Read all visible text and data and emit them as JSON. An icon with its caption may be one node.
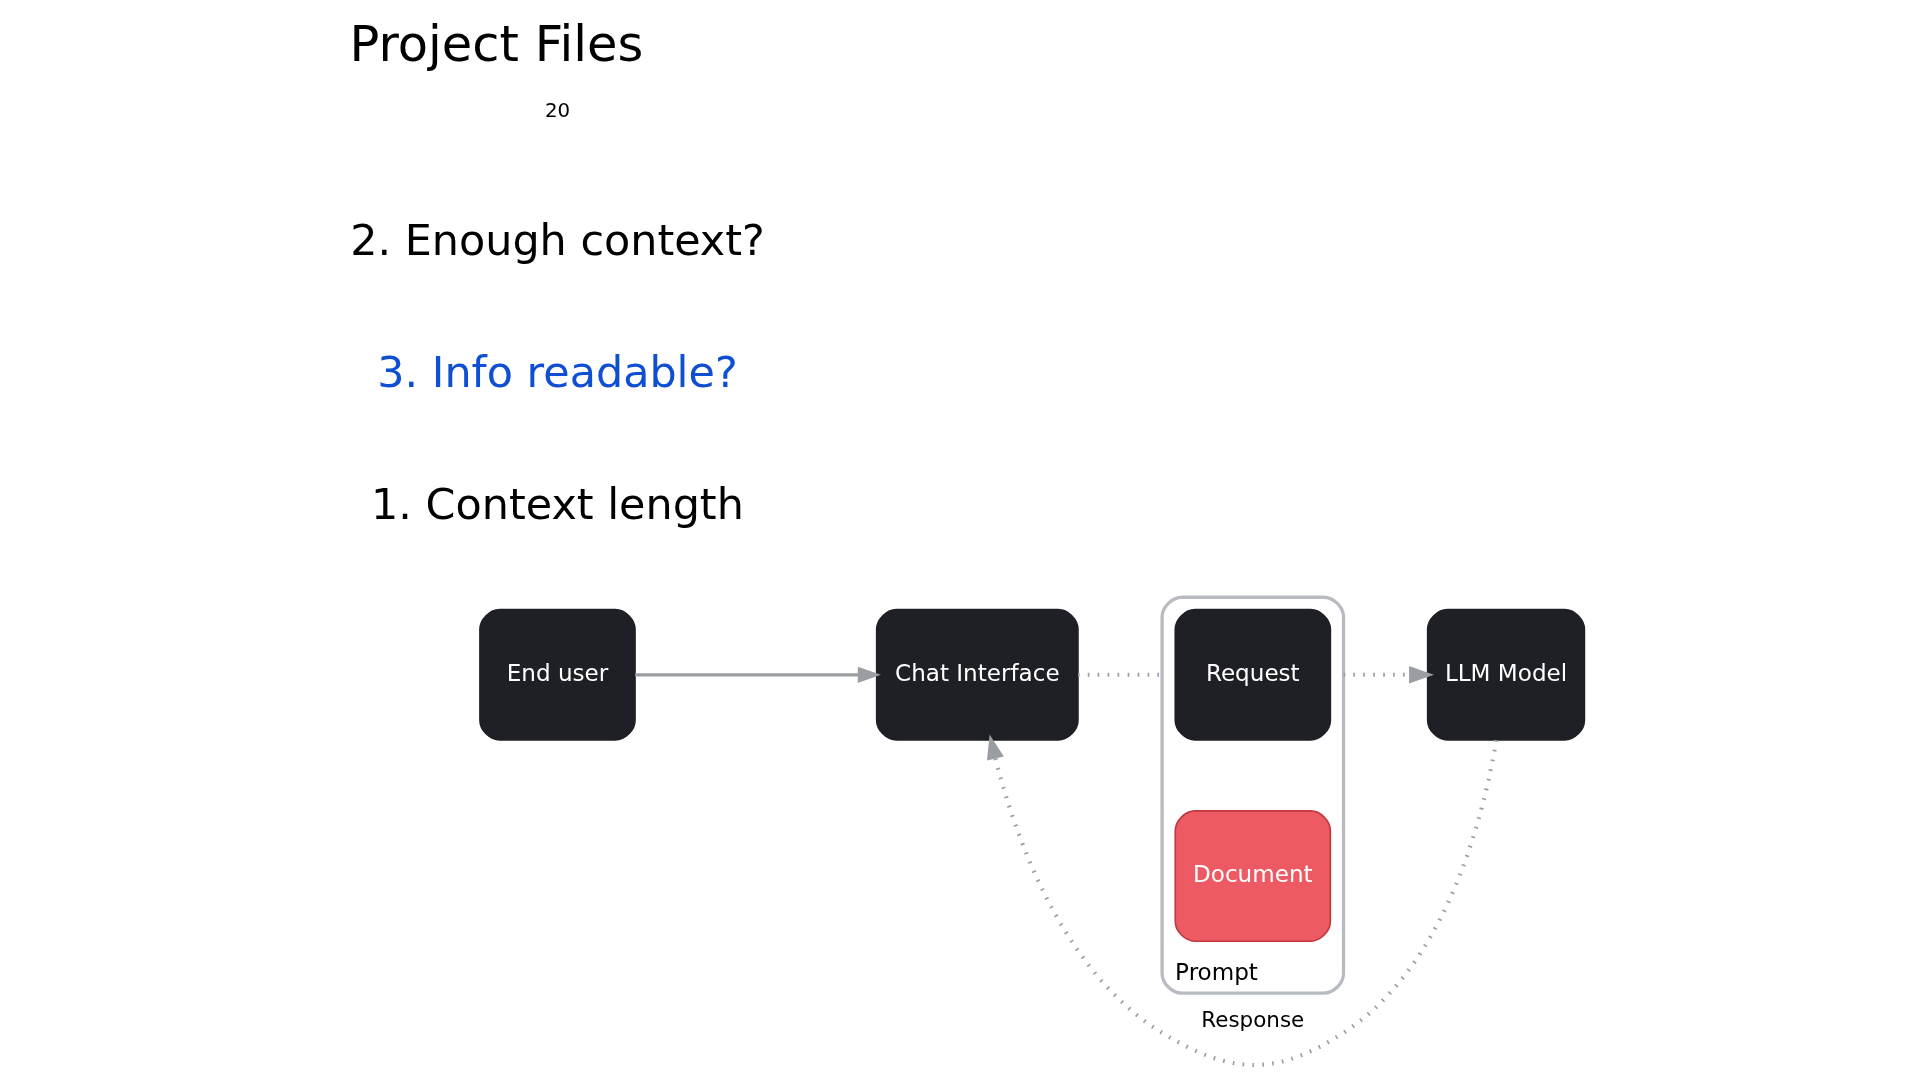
{
  "diagram": {
    "title": "Project Files",
    "nodes": [
      {
        "text": [
          "End user"
        ]
      },
      {
        "text": [
          "Chat Interface"
        ]
      },
      {
        "text": [
          "Prompt"
        ]
      },
      {
        "text": [
          "Request"
        ],
        "in": 2
      },
      {
        "text": [
          "Document"
        ],
        "in": 2
      },
      {
        "text": [
          "LLM Model"
        ]
      }
    ],
    "edges": [
      {
        "from": 0,
        "to": 1,
        "arrow": "to"
      },
      {
        "from": 1,
        "to": 2,
        "arrow": "none",
        "style": "dashed"
      },
      {
        "from": 2,
        "to": 5,
        "arrow": "to",
        "style": "dashed"
      },
      {
        "from": 5,
        "to": 1,
        "arrow": "to",
        "style": "dashed",
        "label": "Response"
      }
    ],
    "labels": [
      "1. Context length",
      "3. Info readable?",
      "2. Enough context?",
      "20"
    ]
  }
}
